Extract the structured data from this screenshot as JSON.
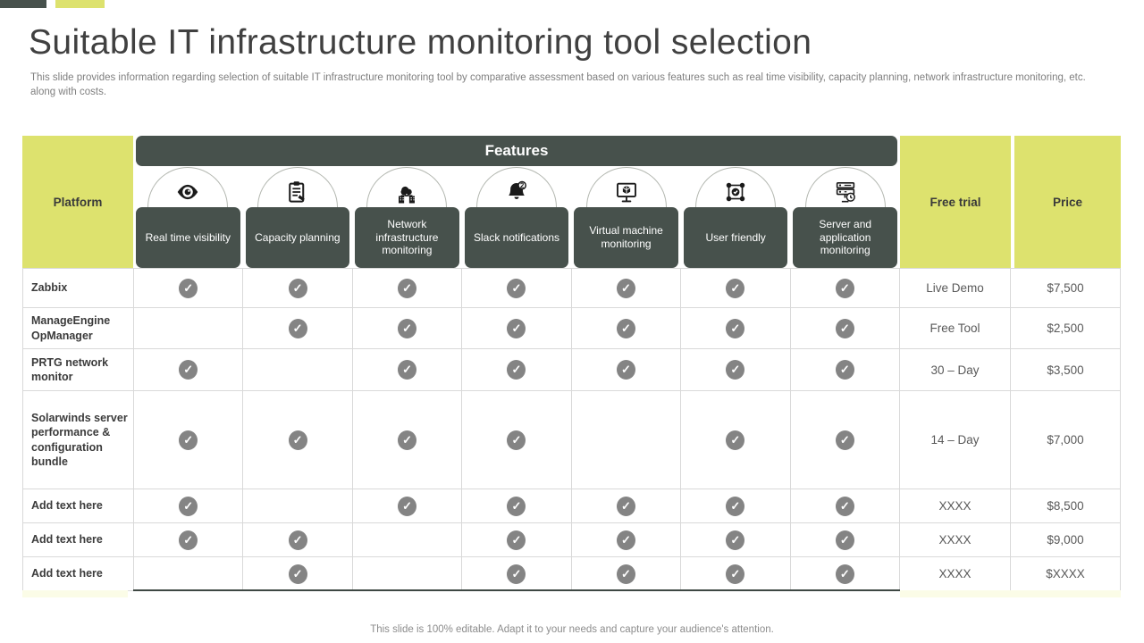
{
  "colors": {
    "accent_yellow": "#dde26e",
    "dark_slate": "#47514c",
    "check_gray": "#848484"
  },
  "header": {
    "title": "Suitable IT infrastructure monitoring tool selection",
    "subtitle": "This slide provides information regarding selection of suitable IT infrastructure monitoring tool by comparative assessment based on various features such as real time visibility, capacity planning, network infrastructure monitoring, etc.  along with costs."
  },
  "table": {
    "platform_header": "Platform",
    "features_header": "Features",
    "free_trial_header": "Free trial",
    "price_header": "Price",
    "features": [
      {
        "label": "Real time visibility",
        "icon": "eye-icon"
      },
      {
        "label": "Capacity planning",
        "icon": "clipboard-icon"
      },
      {
        "label": "Network infrastructure monitoring",
        "icon": "cloud-network-icon"
      },
      {
        "label": "Slack notifications",
        "icon": "bell-icon"
      },
      {
        "label": "Virtual machine monitoring",
        "icon": "monitor-cube-icon"
      },
      {
        "label": "User friendly",
        "icon": "nodes-check-icon"
      },
      {
        "label": "Server and application monitoring",
        "icon": "server-clock-icon"
      }
    ],
    "check_glyph": "✓",
    "rows": [
      {
        "platform": "Zabbix",
        "checks": [
          1,
          1,
          1,
          1,
          1,
          1,
          1
        ],
        "free_trial": "Live Demo",
        "price": "$7,500"
      },
      {
        "platform": "ManageEngine OpManager",
        "checks": [
          0,
          1,
          1,
          1,
          1,
          1,
          1
        ],
        "free_trial": "Free Tool",
        "price": "$2,500"
      },
      {
        "platform": "PRTG network monitor",
        "checks": [
          1,
          0,
          1,
          1,
          1,
          1,
          1
        ],
        "free_trial": "30 – Day",
        "price": "$3,500"
      },
      {
        "platform": "Solarwinds server performance & configuration bundle",
        "checks": [
          1,
          1,
          1,
          1,
          0,
          1,
          1
        ],
        "free_trial": "14 – Day",
        "price": "$7,000"
      },
      {
        "platform": "Add text here",
        "checks": [
          1,
          0,
          1,
          1,
          1,
          1,
          1
        ],
        "free_trial": "XXXX",
        "price": "$8,500"
      },
      {
        "platform": "Add text here",
        "checks": [
          1,
          1,
          0,
          1,
          1,
          1,
          1
        ],
        "free_trial": "XXXX",
        "price": "$9,000"
      },
      {
        "platform": "Add text here",
        "checks": [
          0,
          1,
          0,
          1,
          1,
          1,
          1
        ],
        "free_trial": "XXXX",
        "price": "$XXXX"
      }
    ]
  },
  "footer": {
    "note": "This slide is 100% editable. Adapt it to your needs and capture your audience's attention."
  }
}
